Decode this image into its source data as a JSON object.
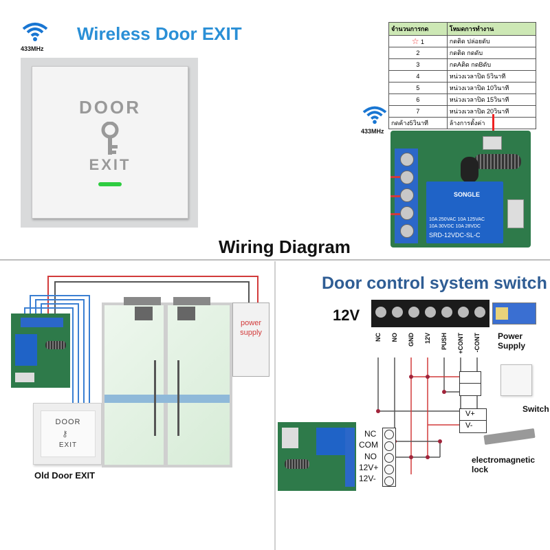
{
  "top_left": {
    "title": "Wireless Door EXIT",
    "freq": "433MHz",
    "button_top": "DOOR",
    "button_bottom": "EXIT"
  },
  "top_right": {
    "freq": "433MHz",
    "table": {
      "headers": [
        "จำนวนการกด",
        "โหมดการทำงาน"
      ],
      "rows": [
        [
          "1",
          "กดติด   ปล่อยดับ"
        ],
        [
          "2",
          "กดติด   กดดับ"
        ],
        [
          "3",
          "กดAติด   กดBดับ"
        ],
        [
          "4",
          "หน่วงเวลาปิด   5วินาที"
        ],
        [
          "5",
          "หน่วงเวลาปิด   10วินาที"
        ],
        [
          "6",
          "หน่วงเวลาปิด   15วินาที"
        ],
        [
          "7",
          "หน่วงเวลาปิด   20วินาที"
        ],
        [
          "กดค้าง5วินาที",
          "ล้างการตั้งค่า"
        ]
      ]
    },
    "relay_brand": "SONGLE",
    "relay_lines": [
      "10A 250VAC  10A 125VAC",
      "10A  30VDC  10A  28VDC",
      "SRD-12VDC-SL-C"
    ]
  },
  "wiring_title": "Wiring Diagram",
  "bottom_left": {
    "power_supply": "power supply",
    "old_door_label": "Old Door EXIT",
    "button_top": "DOOR",
    "button_bottom": "EXIT"
  },
  "bottom_right": {
    "title": "Door control system switch",
    "voltage": "12V",
    "terminals": [
      "NC",
      "NO",
      "GND",
      "12V",
      "PUSH",
      "+CONT",
      "-CONT"
    ],
    "power_supply": "Power Supply",
    "switch": "Switch",
    "lock": "electromagnetic lock",
    "vplus": "V+",
    "vminus": "V-",
    "relay_terms": [
      "NC",
      "COM",
      "NO",
      "12V+",
      "12V-"
    ]
  },
  "colors": {
    "title_blue": "#2a8fd6",
    "table_header": "#cde8b5",
    "wire_red": "#d23a3a",
    "wire_blue": "#3a7fd2",
    "pcb_green": "#2e7a4a",
    "relay_blue": "#1f63c7"
  }
}
